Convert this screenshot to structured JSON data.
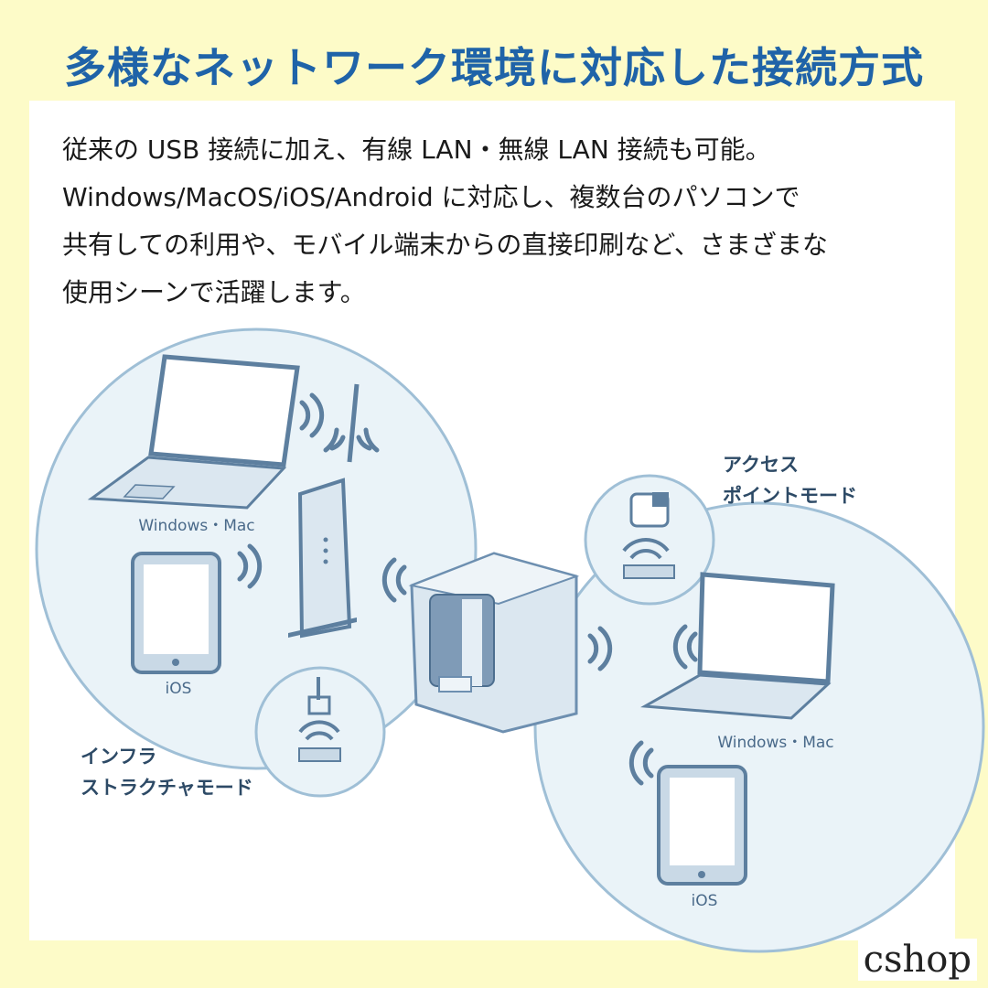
{
  "title": "多様なネットワーク環境に対応した接続方式",
  "description_lines": [
    "従来の USB 接続に加え、有線 LAN・無線 LAN 接続も可能。",
    "Windows/MacOS/iOS/Android に対応し、複数台のパソコンで",
    "共有しての利用や、モバイル端末からの直接印刷など、さまざまな",
    "使用シーンで活躍します。"
  ],
  "diagram": {
    "left_group": {
      "laptop_label": "Windows・Mac",
      "tablet_label": "iOS"
    },
    "right_group": {
      "laptop_label": "Windows・Mac",
      "tablet_label": "iOS"
    },
    "infrastructure_mode_label": [
      "インフラ",
      "ストラクチャモード"
    ],
    "access_point_mode_label": [
      "アクセス",
      "ポイントモード"
    ]
  },
  "watermark": "cshop",
  "colors": {
    "background": "#fdfbc8",
    "title": "#1f63a8",
    "circle_fill": "#eaf3f8",
    "circle_stroke": "#9fbfd6",
    "device": "#6d8fb0"
  }
}
